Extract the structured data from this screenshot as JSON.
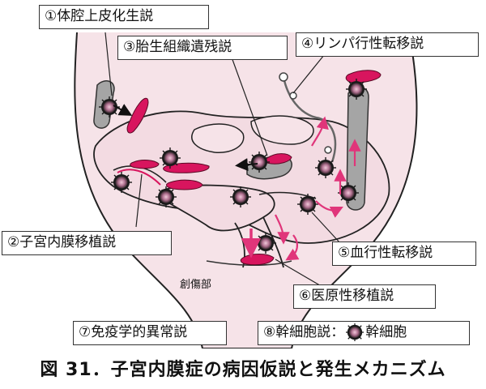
{
  "labels": {
    "l1": "①体腔上皮化生説",
    "l3": "③胎生組織遺残説",
    "l4": "④リンパ行性転移説",
    "l2": "②子宮内膜移植説",
    "l5": "⑤血行性転移説",
    "l6": "⑥医原性移植説",
    "l7": "⑦免疫学的異常説",
    "l8_prefix": "⑧幹細胞説：",
    "l8_suffix": "幹細胞"
  },
  "annotation": "創傷部",
  "caption": "図 31．子宮内膜症の病因仮説と発生メカニズム",
  "colors": {
    "body_fill": "#f6e3e8",
    "lesion": "#d8155e",
    "stem_cell": "#8a6a78",
    "peritoneum": "#9e9e9e",
    "arrow": "#e0357a"
  }
}
